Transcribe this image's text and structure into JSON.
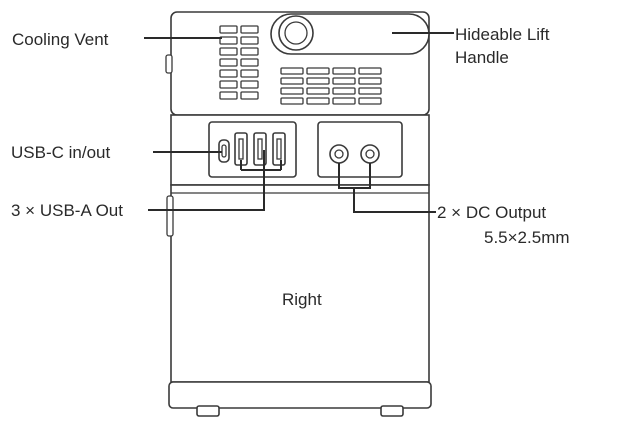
{
  "labels": {
    "cooling_vent": "Cooling Vent",
    "handle_line1": "Hideable Lift",
    "handle_line2": "Handle",
    "usb_c": "USB-C in/out",
    "usb_a": "3 × USB-A Out",
    "dc_line1": "2 × DC Output",
    "dc_line2": "5.5×2.5mm",
    "side": "Right"
  },
  "colors": {
    "stroke": "#2a2a2a",
    "background": "#ffffff"
  }
}
